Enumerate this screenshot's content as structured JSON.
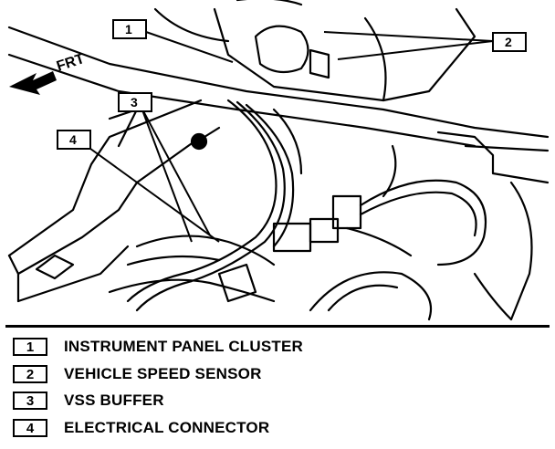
{
  "figure": {
    "direction_label": "FRT",
    "callouts": [
      "1",
      "2",
      "3",
      "4"
    ]
  },
  "legend": [
    {
      "number": "1",
      "label": "INSTRUMENT PANEL CLUSTER"
    },
    {
      "number": "2",
      "label": "VEHICLE SPEED SENSOR"
    },
    {
      "number": "3",
      "label": "VSS BUFFER"
    },
    {
      "number": "4",
      "label": "ELECTRICAL CONNECTOR"
    }
  ]
}
